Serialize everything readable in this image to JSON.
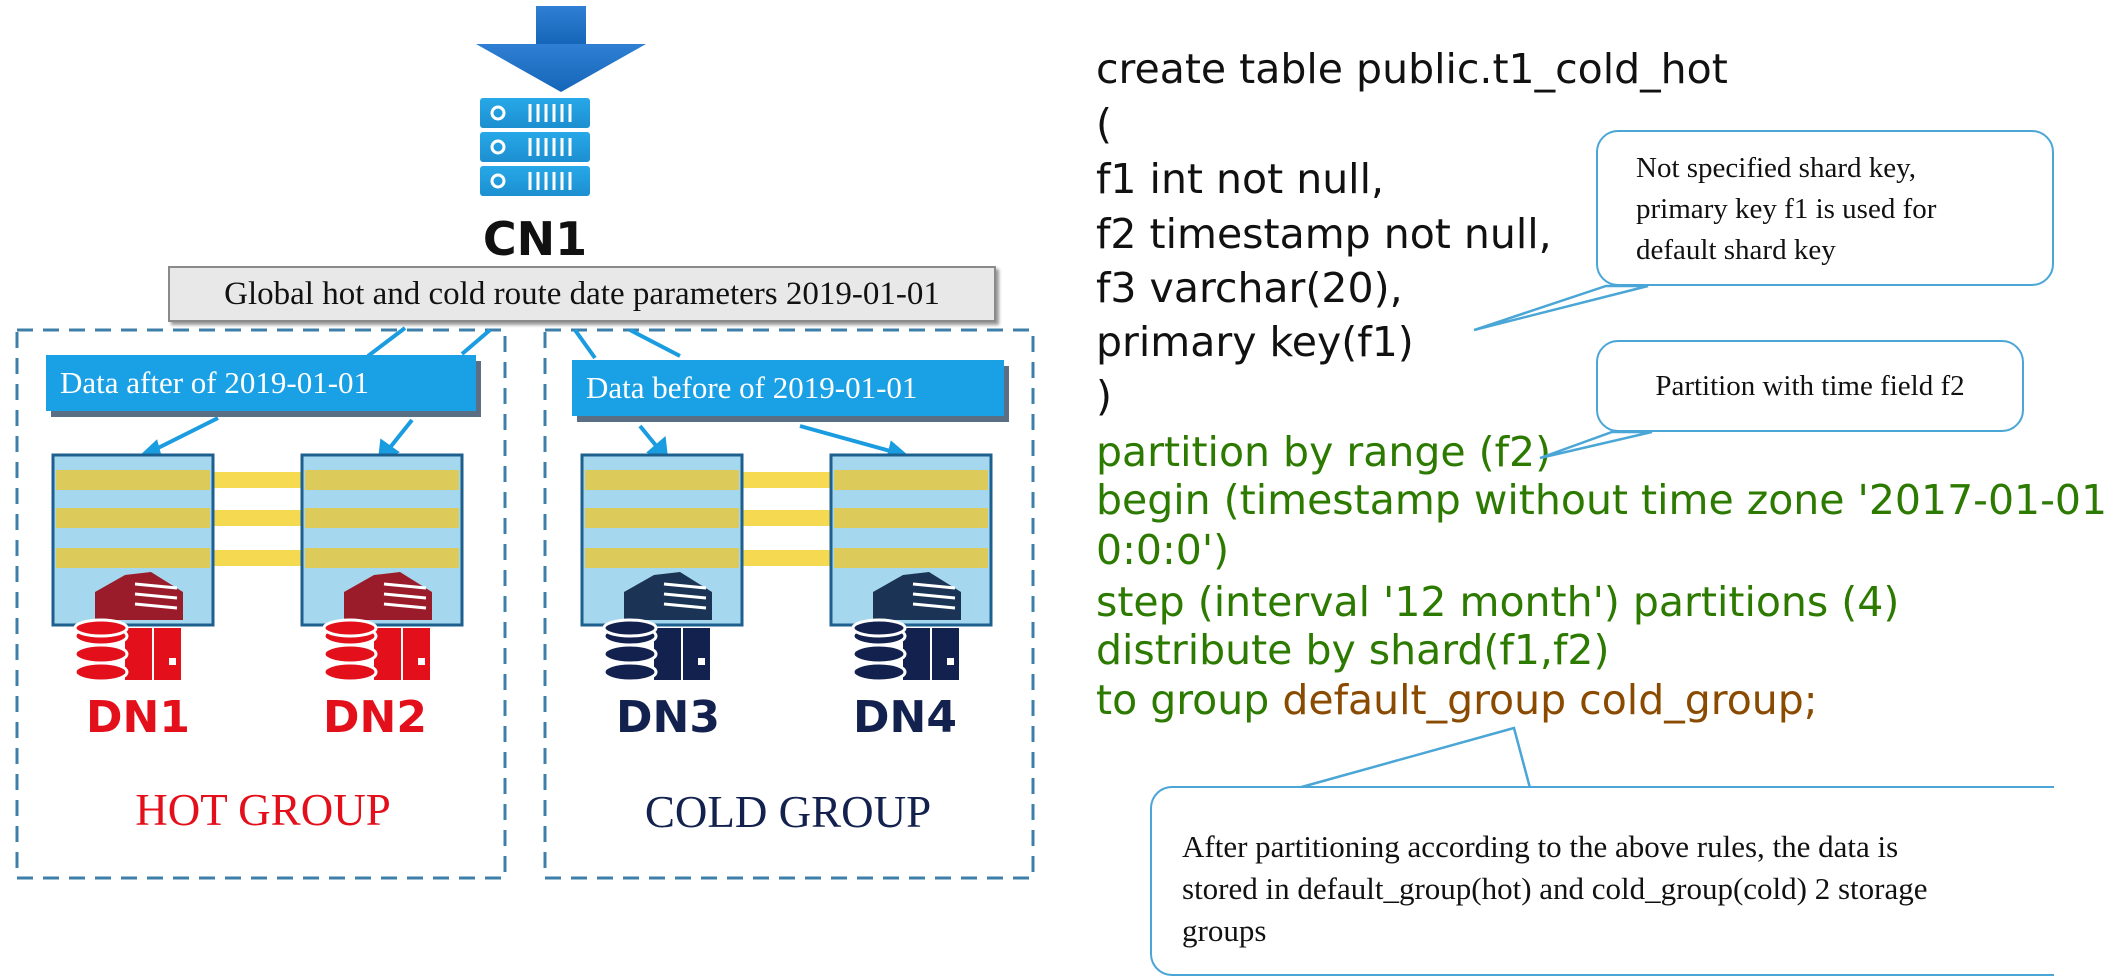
{
  "colors": {
    "hot": "#e3101b",
    "cold": "#13214e",
    "hot_server": "#9a1c2b",
    "cold_server": "#1b3456",
    "accent": "#1aa0e4",
    "code_black": "#111111",
    "code_green": "#2d7a00",
    "code_brown": "#8a4a00"
  },
  "coordinator": {
    "label": "CN1",
    "icon": "server-rack-icon"
  },
  "route_banner": "Global hot and cold route date parameters 2019-01-01",
  "hot_group": {
    "banner": "Data after of  2019-01-01",
    "label": "HOT GROUP",
    "nodes": [
      {
        "label": "DN1"
      },
      {
        "label": "DN2"
      }
    ]
  },
  "cold_group": {
    "banner": "Data before of  2019-01-01",
    "label": "COLD GROUP",
    "nodes": [
      {
        "label": "DN3"
      },
      {
        "label": "DN4"
      }
    ]
  },
  "code": {
    "line1": "create table public.t1_cold_hot",
    "line2": "(",
    "line3": "f1 int not null,",
    "line4": "f2 timestamp not null,",
    "line5": "f3 varchar(20),",
    "line6": "primary key(f1)",
    "line7": ")",
    "line8": "partition by range (f2)",
    "line9": "begin (timestamp without time zone '2017-01-01",
    "line10": "0:0:0')",
    "line11": "step (interval '12 month') partitions (4)",
    "line12": "distribute by shard(f1,f2)",
    "line13_prefix": "to group ",
    "line13_groups": "default_group cold_group;"
  },
  "callouts": {
    "shard_key": {
      "line1": "Not specified shard key,",
      "line2": "primary key f1 is used for",
      "line3": "default shard key"
    },
    "partition": "Partition with time field f2",
    "storage": {
      "line1": "After partitioning according to the above rules, the data is",
      "line2": "stored in default_group(hot) and cold_group(cold) 2 storage",
      "line3": "groups"
    }
  }
}
